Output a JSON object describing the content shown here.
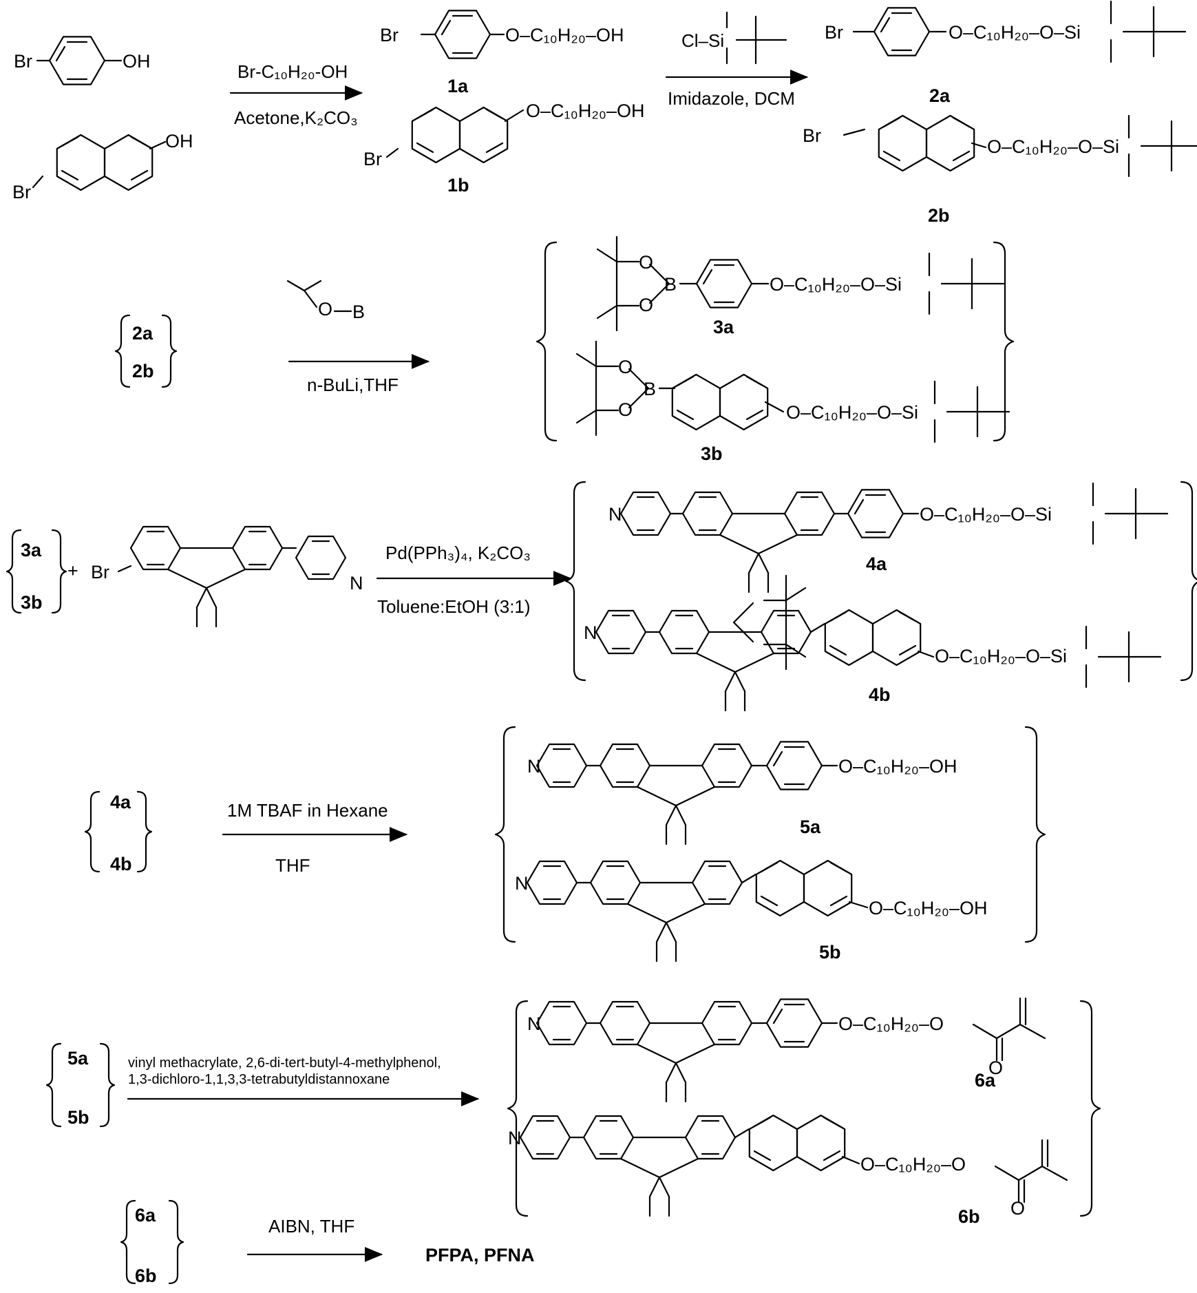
{
  "row1": {
    "reagent_top": "Br-C₁₀H₂₀-OH",
    "reagent_bottom": "Acetone,K₂CO₃",
    "reagent2_top": "Cl–Si",
    "reagent2_bottom": "Imidazole, DCM",
    "chain_1a": "O–C₁₀H₂₀–OH",
    "chain_1b": "O–C₁₀H₂₀–OH",
    "chain_2a": "O–C₁₀H₂₀–O–Si",
    "chain_2b": "O–C₁₀H₂₀–O–Si",
    "label_1a": "1a",
    "label_1b": "1b",
    "label_2a": "2a",
    "label_2b": "2b"
  },
  "row2": {
    "reactant_top": "2a",
    "reactant_bottom": "2b",
    "reagent_bottom": "n-BuLi,THF",
    "chain_3a": "O–C₁₀H₂₀–O–Si",
    "chain_3b": "O–C₁₀H₂₀–O–Si",
    "label_3a": "3a",
    "label_3b": "3b"
  },
  "row3": {
    "reactant_top": "3a",
    "reactant_bottom": "3b",
    "reagent_top": "Pd(PPh₃)₄, K₂CO₃",
    "reagent_bottom": "Toluene:EtOH (3:1)",
    "chain_4a": "O–C₁₀H₂₀–O–Si",
    "chain_4b": "O–C₁₀H₂₀–O–Si",
    "label_4a": "4a",
    "label_4b": "4b"
  },
  "row4": {
    "reactant_top": "4a",
    "reactant_bottom": "4b",
    "reagent_top": "1M TBAF in Hexane",
    "reagent_bottom": "THF",
    "chain_5a": "O–C₁₀H₂₀–OH",
    "chain_5b": "O–C₁₀H₂₀–OH",
    "label_5a": "5a",
    "label_5b": "5b"
  },
  "row5": {
    "reactant_top": "5a",
    "reactant_bottom": "5b",
    "reagent_line1": "vinyl methacrylate,  2,6-di-tert-butyl-4-methylphenol,",
    "reagent_line2": "1,3-dichloro-1,1,3,3-tetrabutyldistannoxane",
    "chain_6a": "O–C₁₀H₂₀–O",
    "chain_6b": "O–C₁₀H₂₀–O",
    "label_6a": "6a",
    "label_6b": "6b"
  },
  "row6": {
    "reactant_top": "6a",
    "reactant_bottom": "6b",
    "reagent_top": "AIBN, THF",
    "product": "PFPA, PFNA"
  },
  "atoms": {
    "br": "Br",
    "oh": "OH",
    "o": "O",
    "b": "B",
    "n": "N",
    "plus": "+"
  }
}
